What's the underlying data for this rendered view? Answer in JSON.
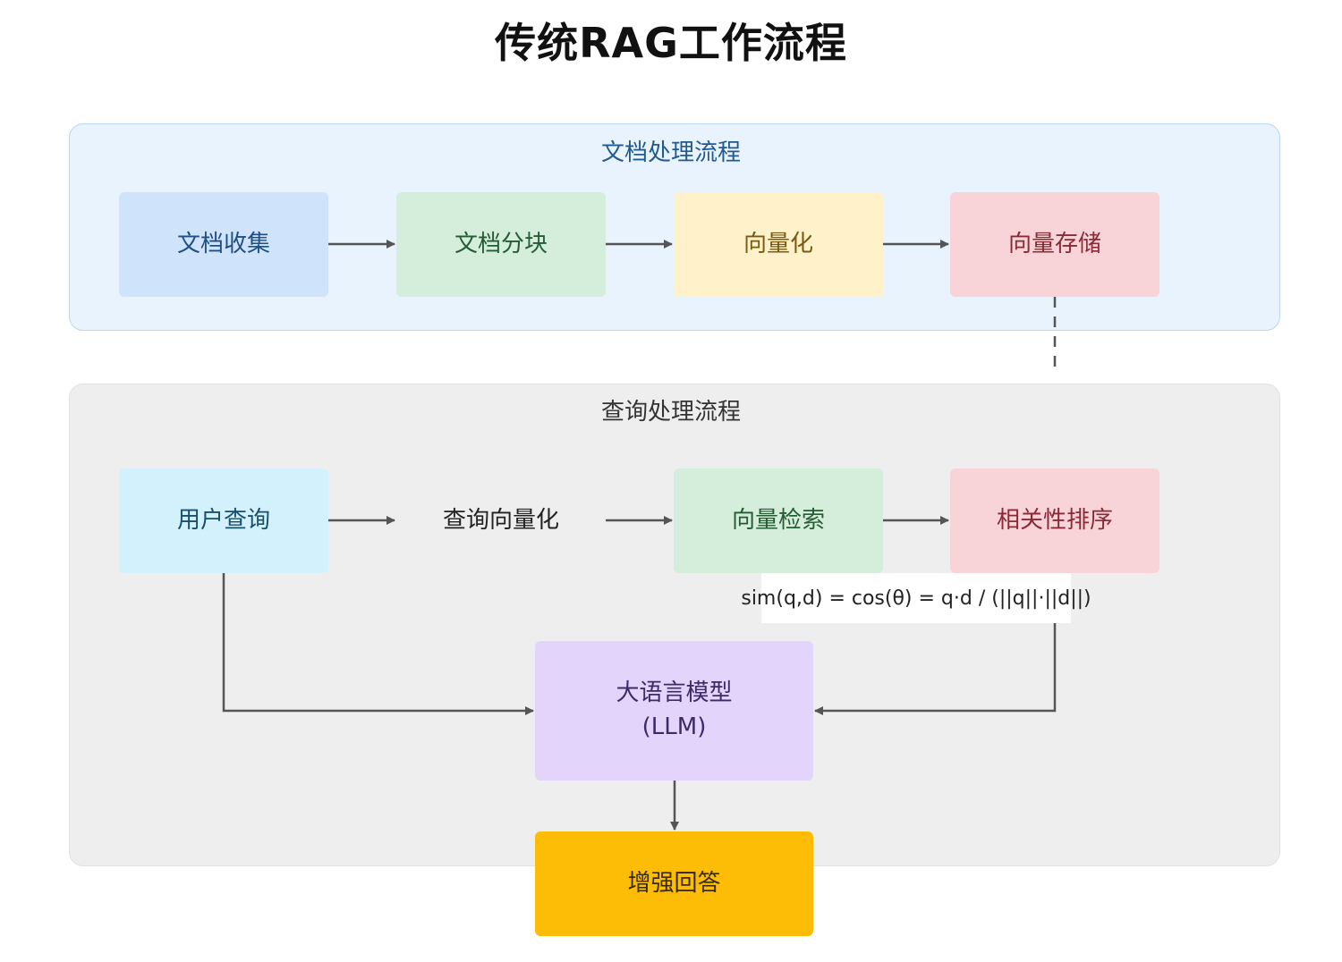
{
  "title": "传统RAG工作流程",
  "doc_panel": {
    "title": "文档处理流程",
    "nodes": [
      "文档收集",
      "文档分块",
      "向量化",
      "向量存储"
    ]
  },
  "query_panel": {
    "title": "查询处理流程",
    "nodes": [
      "用户查询",
      "查询向量化",
      "向量检索",
      "相关性排序"
    ],
    "formula": "sim(q,d) = cos(θ) = q·d / (||q||·||d||)",
    "llm": {
      "line1": "大语言模型",
      "line2": "(LLM)"
    },
    "answer": "增强回答"
  },
  "colors": {
    "arrow": "#555555",
    "doc_panel_bg": "#e9f3fd",
    "query_panel_bg": "#eeeeee",
    "answer_bg": "#fdbd07"
  }
}
